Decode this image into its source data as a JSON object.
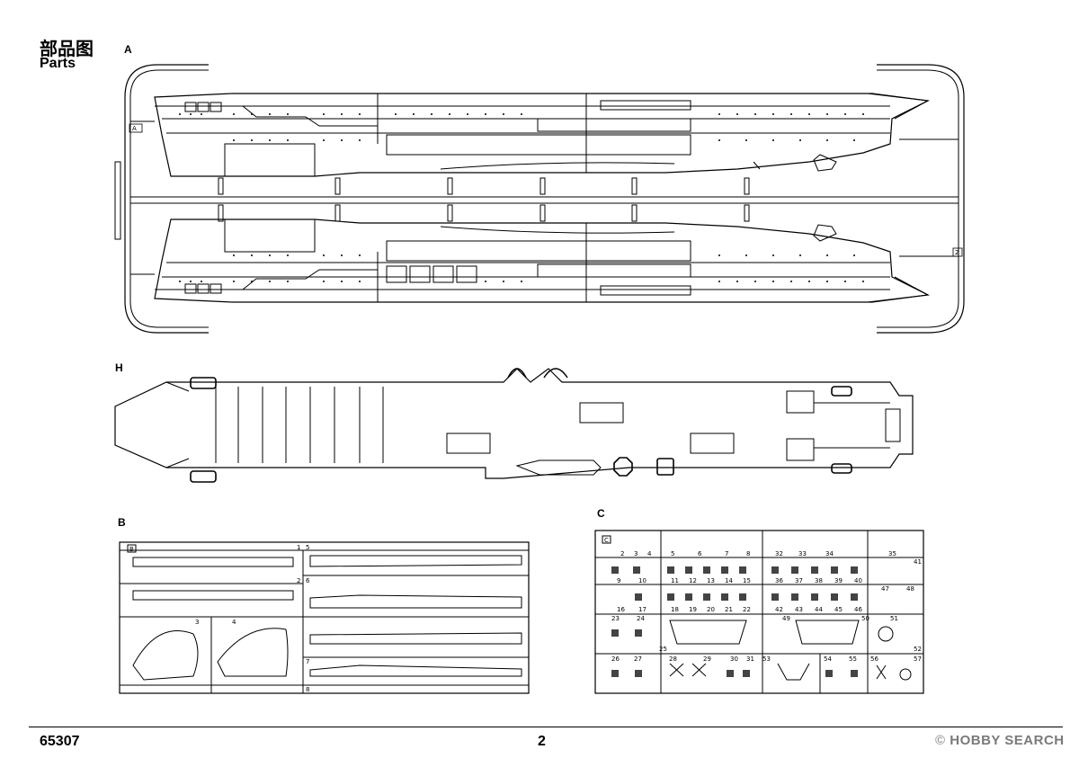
{
  "header": {
    "title_cn": "部品图",
    "title_en": "Parts"
  },
  "sprues": {
    "a": {
      "letter": "A",
      "tag": "A",
      "marker": "2"
    },
    "h": {
      "letter": "H"
    },
    "b": {
      "letter": "B",
      "tag": "B",
      "slots": [
        "1",
        "5",
        "2",
        "6",
        "3",
        "4",
        "7",
        "8"
      ]
    },
    "c": {
      "letter": "C",
      "tag": "C",
      "numbers": [
        "2",
        "3",
        "4",
        "5",
        "6",
        "7",
        "8",
        "32",
        "33",
        "34",
        "35",
        "41",
        "36",
        "37",
        "38",
        "39",
        "40",
        "9",
        "10",
        "11",
        "12",
        "13",
        "14",
        "15",
        "42",
        "43",
        "44",
        "45",
        "46",
        "47",
        "48",
        "16",
        "17",
        "18",
        "19",
        "20",
        "21",
        "22",
        "49",
        "50",
        "51",
        "52",
        "53",
        "23",
        "24",
        "25",
        "26",
        "27",
        "28",
        "29",
        "30",
        "31",
        "54",
        "55",
        "56",
        "57"
      ]
    }
  },
  "footer": {
    "code": "65307",
    "page": "2",
    "watermark_brand": "HOBBY SEARCH",
    "watermark_mark": "©"
  }
}
